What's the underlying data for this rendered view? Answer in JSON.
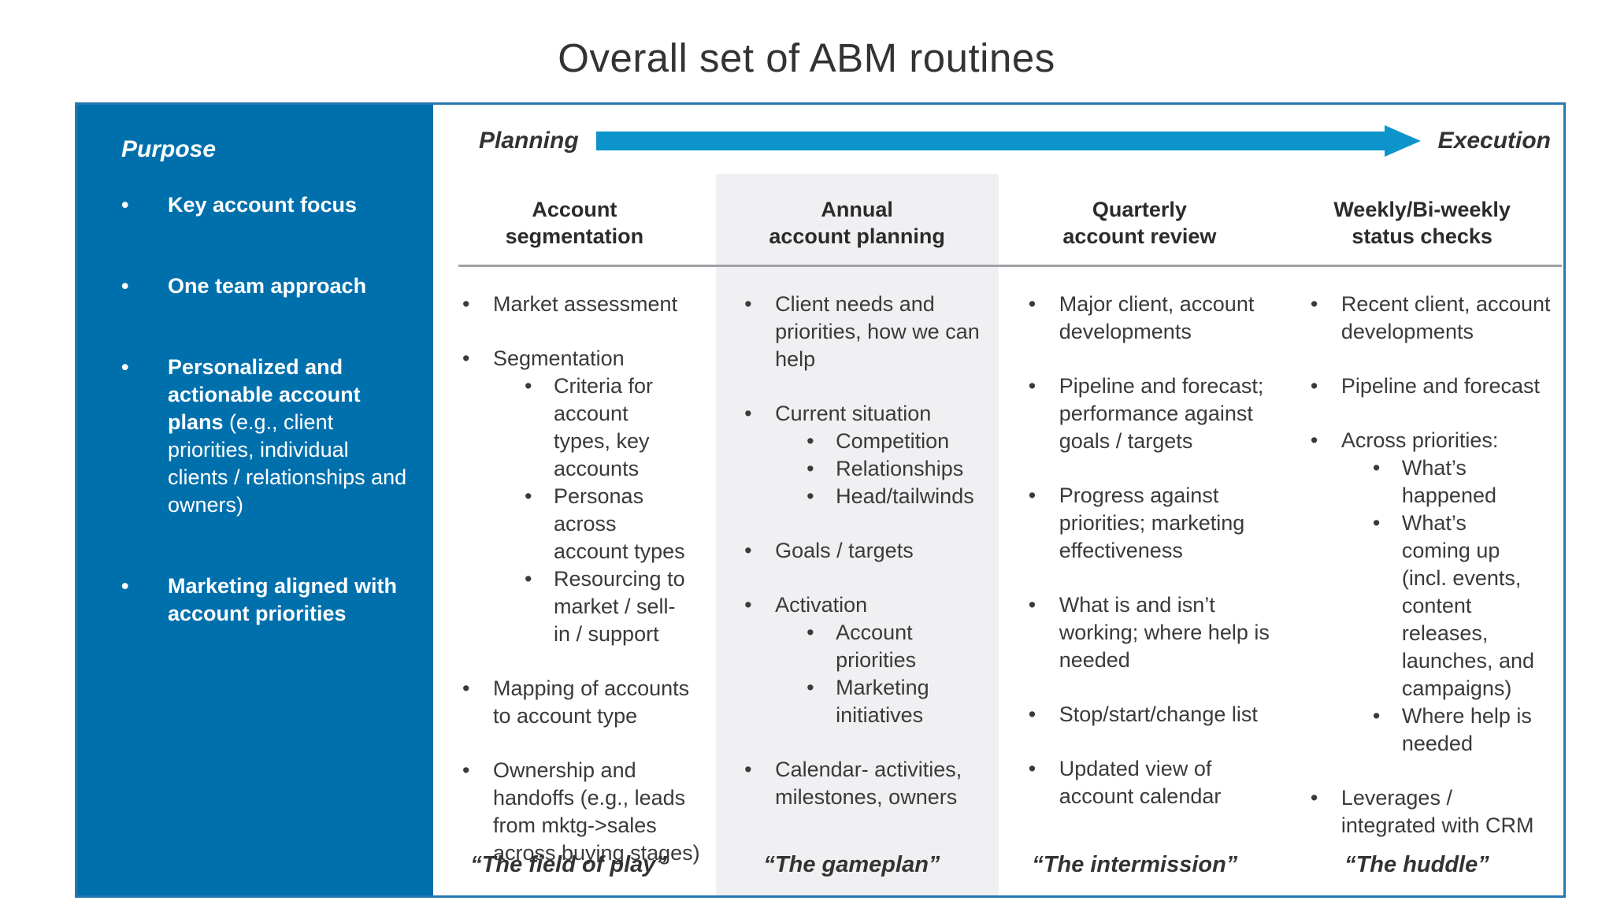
{
  "title": "Overall set of ABM routines",
  "flow": {
    "left_label": "Planning",
    "right_label": "Execution"
  },
  "sidebar": {
    "heading": "Purpose",
    "bullets": [
      {
        "bold": "Key account focus",
        "rest": ""
      },
      {
        "bold": "One team approach",
        "rest": ""
      },
      {
        "bold": "Personalized and actionable account plans",
        "rest": " (e.g., client priorities, individual clients / relationships and owners)"
      },
      {
        "bold": "Marketing aligned with account priorities",
        "rest": ""
      }
    ]
  },
  "columns": [
    {
      "header_line1": "Account",
      "header_line2": "segmentation",
      "items": [
        {
          "text": "Market assessment"
        },
        {
          "text": "Segmentation",
          "sub": [
            "Criteria for account types, key accounts",
            "Personas across account types",
            "Resourcing to market / sell-in / support"
          ]
        },
        {
          "text": "Mapping of accounts to account type"
        },
        {
          "text": "Ownership and handoffs (e.g., leads from mktg->sales across buying stages)"
        }
      ],
      "quote": "“The field of play”",
      "highlighted": false
    },
    {
      "header_line1": "Annual",
      "header_line2": "account planning",
      "items": [
        {
          "text": "Client needs and priorities, how we can help"
        },
        {
          "text": "Current situation",
          "sub": [
            "Competition",
            "Relationships",
            "Head/tailwinds"
          ]
        },
        {
          "text": "Goals / targets"
        },
        {
          "text": "Activation",
          "sub": [
            "Account priorities",
            "Marketing initiatives"
          ]
        },
        {
          "text": "Calendar- activities, milestones, owners"
        }
      ],
      "quote": "“The gameplan”",
      "highlighted": true
    },
    {
      "header_line1": "Quarterly",
      "header_line2": "account review",
      "items": [
        {
          "text": "Major client, account developments"
        },
        {
          "text": "Pipeline and forecast; performance against goals / targets"
        },
        {
          "text": "Progress against priorities; marketing effectiveness"
        },
        {
          "text": "What is and isn’t working; where help is needed"
        },
        {
          "text": "Stop/start/change list"
        },
        {
          "text": "Updated view of account calendar"
        }
      ],
      "quote": "“The intermission”",
      "highlighted": false
    },
    {
      "header_line1": "Weekly/Bi-weekly",
      "header_line2": "status checks",
      "items": [
        {
          "text": "Recent client, account developments"
        },
        {
          "text": "Pipeline and forecast"
        },
        {
          "text": "Across priorities:",
          "sub": [
            "What’s happened",
            "What’s coming up (incl. events, content releases, launches, and campaigns)",
            "Where help is needed"
          ]
        },
        {
          "text": "Leverages / integrated with CRM"
        }
      ],
      "quote": "“The huddle”",
      "highlighted": false
    }
  ],
  "colors": {
    "sidebar_blue": "#0070AD",
    "arrow_blue": "#0D95CB",
    "frame_border_blue": "#2878B0",
    "column_highlight_gray": "#F0EFF2",
    "rule_gray": "#9FA1A6"
  }
}
